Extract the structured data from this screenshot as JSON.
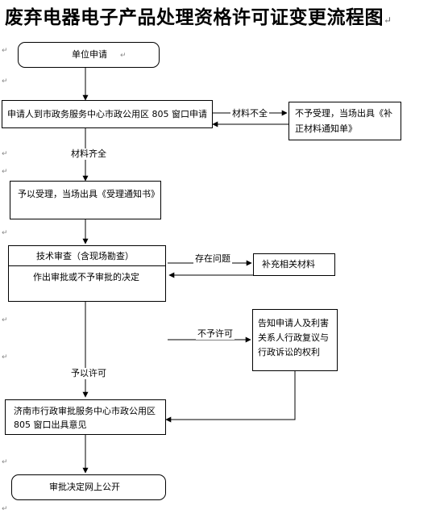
{
  "title": "废弃电器电子产品处理资格许可证变更流程图",
  "nodes": {
    "apply": "单位申请",
    "submit": "申请人到市政务服务中心市政公用区 805 窗口申请",
    "reject_notice": "不予受理，当场出具《补正材料通知单》",
    "accept": "予以受理，当场出具《受理通知书》",
    "review": "技术审查（含现场勘查）",
    "decision": "作出审批或不予审批的决定",
    "supplement": "补充相关材料",
    "notify_rights": "告知申请人及利害关系人行政复议与行政诉讼的权利",
    "issue": "济南市行政审批服务中心市政公用区 805 窗口出具意见",
    "publish": "审批决定网上公开"
  },
  "edges": {
    "incomplete": "材料不全",
    "complete": "材料齐全",
    "problem": "存在问题",
    "deny": "不予许可",
    "grant": "予以许可"
  }
}
